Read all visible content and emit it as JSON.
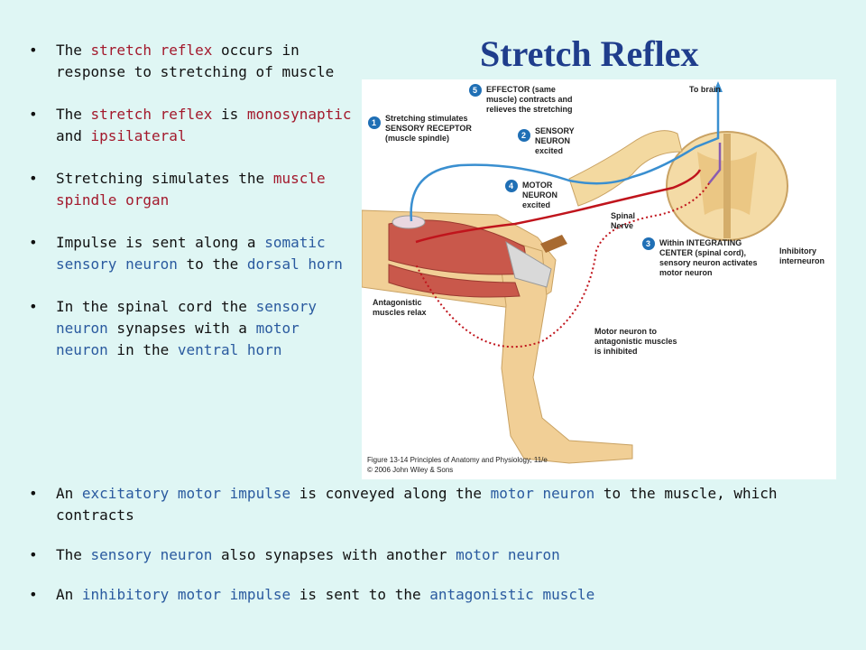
{
  "title": "Stretch Reflex",
  "bullets_top": [
    {
      "parts": [
        {
          "t": "The ",
          "c": ""
        },
        {
          "t": "stretch reflex",
          "c": "red"
        },
        {
          "t": " occurs in response to stretching of muscle",
          "c": ""
        }
      ]
    },
    {
      "parts": [
        {
          "t": "The ",
          "c": ""
        },
        {
          "t": "stretch reflex",
          "c": "red"
        },
        {
          "t": " is ",
          "c": ""
        },
        {
          "t": "monosynaptic",
          "c": "red"
        },
        {
          "t": " and ",
          "c": ""
        },
        {
          "t": "ipsilateral",
          "c": "red"
        }
      ]
    },
    {
      "parts": [
        {
          "t": "Stretching simulates the ",
          "c": ""
        },
        {
          "t": "muscle spindle organ",
          "c": "red"
        }
      ]
    },
    {
      "parts": [
        {
          "t": "Impulse is sent along a ",
          "c": ""
        },
        {
          "t": "somatic sensory neuron",
          "c": "blue"
        },
        {
          "t": " to the ",
          "c": ""
        },
        {
          "t": "dorsal horn",
          "c": "blue"
        }
      ]
    },
    {
      "parts": [
        {
          "t": "In the spinal cord the ",
          "c": ""
        },
        {
          "t": "sensory neuron",
          "c": "blue"
        },
        {
          "t": " synapses with a ",
          "c": ""
        },
        {
          "t": "motor neuron",
          "c": "blue"
        },
        {
          "t": " in the ",
          "c": ""
        },
        {
          "t": "ventral horn",
          "c": "blue"
        }
      ]
    }
  ],
  "bullets_bottom": [
    {
      "parts": [
        {
          "t": "An ",
          "c": ""
        },
        {
          "t": "excitatory motor impulse",
          "c": "blue"
        },
        {
          "t": " is conveyed along the ",
          "c": ""
        },
        {
          "t": "motor neuron",
          "c": "blue"
        },
        {
          "t": " to the muscle, which contracts",
          "c": ""
        }
      ]
    },
    {
      "parts": [
        {
          "t": "The ",
          "c": ""
        },
        {
          "t": "sensory neuron",
          "c": "blue"
        },
        {
          "t": " also synapses with another ",
          "c": ""
        },
        {
          "t": "motor neuron",
          "c": "blue"
        }
      ]
    },
    {
      "parts": [
        {
          "t": "An ",
          "c": ""
        },
        {
          "t": "inhibitory motor impulse",
          "c": "blue"
        },
        {
          "t": " is sent to the ",
          "c": ""
        },
        {
          "t": "antagonistic muscle",
          "c": "blue"
        }
      ]
    }
  ],
  "bullet_char": "•",
  "figure": {
    "to_brain": "To brain",
    "step1": {
      "num": "1",
      "lines": [
        "Stretching stimulates",
        "SENSORY RECEPTOR",
        "(muscle spindle)"
      ]
    },
    "step2": {
      "num": "2",
      "lines": [
        "SENSORY",
        "NEURON",
        "excited"
      ]
    },
    "step3": {
      "num": "3",
      "lines": [
        "Within INTEGRATING",
        "CENTER (spinal cord),",
        "sensory neuron activates",
        "motor neuron"
      ]
    },
    "step4": {
      "num": "4",
      "lines": [
        "MOTOR",
        "NEURON",
        "excited"
      ]
    },
    "step5": {
      "num": "5",
      "lines": [
        "EFFECTOR (same",
        "muscle) contracts and",
        "relieves the stretching"
      ]
    },
    "spinal_nerve": [
      "Spinal",
      "Nerve"
    ],
    "inhibitory": [
      "Inhibitory",
      "interneuron"
    ],
    "antagonistic": [
      "Antagonistic",
      "muscles relax"
    ],
    "motor_inhibited": [
      "Motor neuron to",
      "antagonistic muscles",
      "is inhibited"
    ],
    "caption": [
      "Figure 13-14 Principles of Anatomy and Physiology, 11/e",
      "© 2006 John Wiley & Sons"
    ]
  },
  "colors": {
    "background": "#dff6f4",
    "title": "#1f3d8c",
    "highlight_red": "#a3192c",
    "highlight_blue": "#2a5a9f",
    "sensory_neuron": "#3a8fd0",
    "motor_neuron": "#c0141c",
    "interneuron": "#8a5cb0",
    "skin": "#f1cf96",
    "muscle": "#c9584b"
  }
}
